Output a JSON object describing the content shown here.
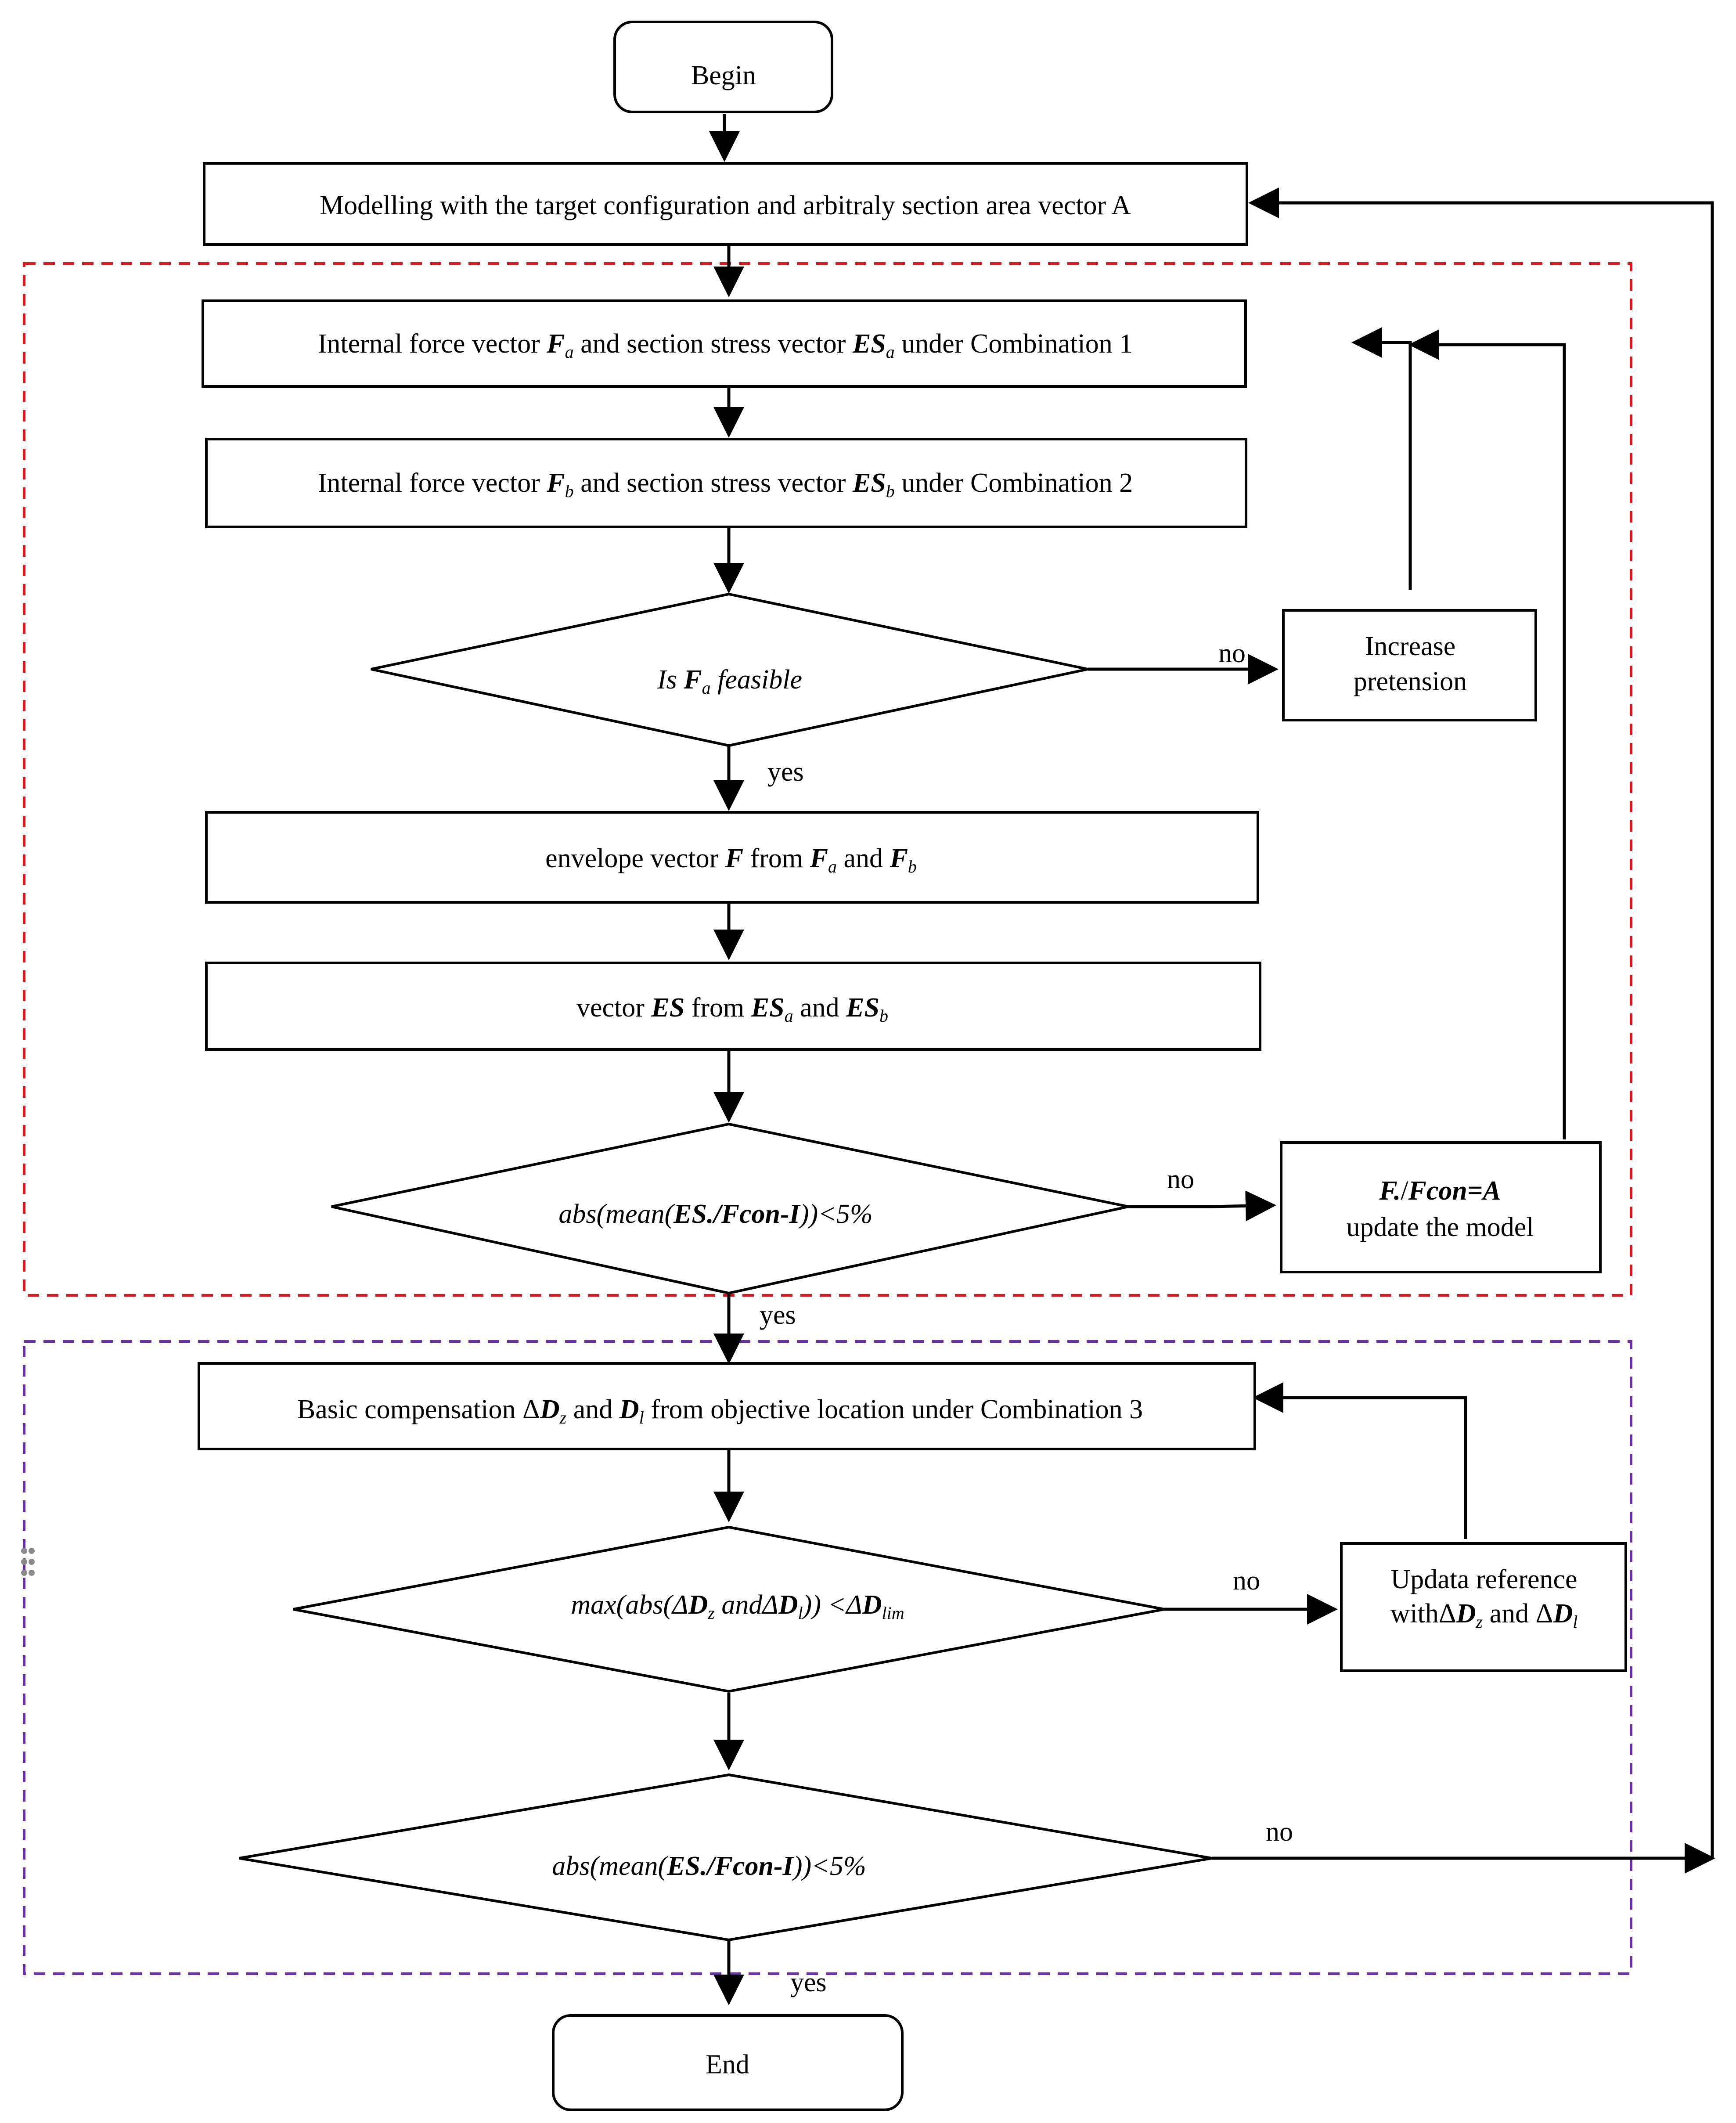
{
  "nodes": {
    "begin": "Begin",
    "modelling": "Modelling with the target configuration and arbitraly section area vector A",
    "combo1": {
      "a": "Internal force vector ",
      "b": "F",
      "c": "a",
      "d": " and section stress vector ",
      "e": "ES",
      "f": "a",
      "g": " under Combination 1"
    },
    "combo2": {
      "a": "Internal force vector ",
      "b": "F",
      "c": "b",
      "d": " and section stress vector ",
      "e": "ES",
      "f": "b",
      "g": " under    Combination 2"
    },
    "feasible": {
      "a": "Is ",
      "b": "F",
      "c": "a",
      "d": "   feasible"
    },
    "increase": {
      "line1": "Increase",
      "line2": "pretension"
    },
    "envelope": {
      "a": "envelope vector ",
      "b": "F",
      "c": " from ",
      "d": "F",
      "e": "a",
      "f": " and ",
      "g": "F",
      "h": "b"
    },
    "vector_es": {
      "a": "vector ",
      "b": "ES",
      "c": " from ",
      "d": "ES",
      "e": "a",
      "f": " and ",
      "g": "ES",
      "h": "b"
    },
    "check1": {
      "a": "abs",
      "b": "(",
      "c": "mean",
      "d": "(",
      "e": "ES./Fcon-I",
      "f": "))<5%"
    },
    "update": {
      "line1a": "F.",
      "line1b": "/",
      "line1c": "Fcon=A",
      "line2": "update the model"
    },
    "compensation": {
      "a": "Basic compensation Δ",
      "b": "D",
      "c": "z",
      "d": "    and ",
      "e": "D",
      "f": "l",
      "g": " from objective location under Combination 3"
    },
    "check_max": {
      "a": "max",
      "b": "(",
      "c": "abs",
      "d": "(Δ",
      "e": "D",
      "f": "z",
      "g": " and",
      "h": "Δ",
      "i": "D",
      "j": "l",
      "k": "))  <Δ",
      "l": "D",
      "m": "lim"
    },
    "updata": {
      "line1": "Updata  reference",
      "line2a": "with",
      "line2b": "Δ",
      "line2c": "D",
      "line2d": "z",
      "line2e": " and Δ",
      "line2f": "D",
      "line2g": "l"
    },
    "check2": {
      "a": "abs",
      "b": "(",
      "c": "mean",
      "d": "(",
      "e": "ES./Fcon-I",
      "f": "))<5%"
    },
    "end": "End"
  },
  "edge_labels": {
    "no_feasible": "no",
    "yes_feasible": "yes",
    "no_check1": "no",
    "yes_check1": "yes",
    "no_max": "no",
    "no_check2": "no",
    "yes_check2": "yes"
  },
  "colors": {
    "stroke": "#000000",
    "red_group": "#e0141a",
    "purple_group": "#6a2ea8"
  }
}
